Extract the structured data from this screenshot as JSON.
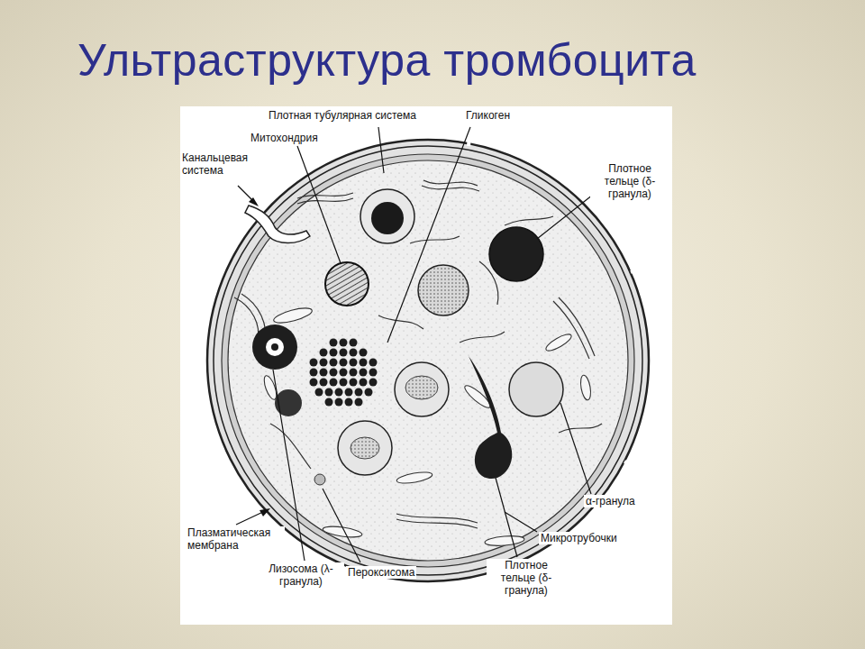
{
  "diagram": {
    "title": "Ультраструктура тромбоцита",
    "labels": [
      "Плотная тубулярная система",
      "Гликоген",
      "Митохондрия",
      "Канальцевая система",
      "Плотное тельце (δ-гранула)",
      "α-гранула",
      "Микротрубочки",
      "Плотное тельце (δ-гранула)",
      "Пероксисома",
      "Лизосома (λ-гранула)",
      "Плазматическая мембрана"
    ]
  }
}
